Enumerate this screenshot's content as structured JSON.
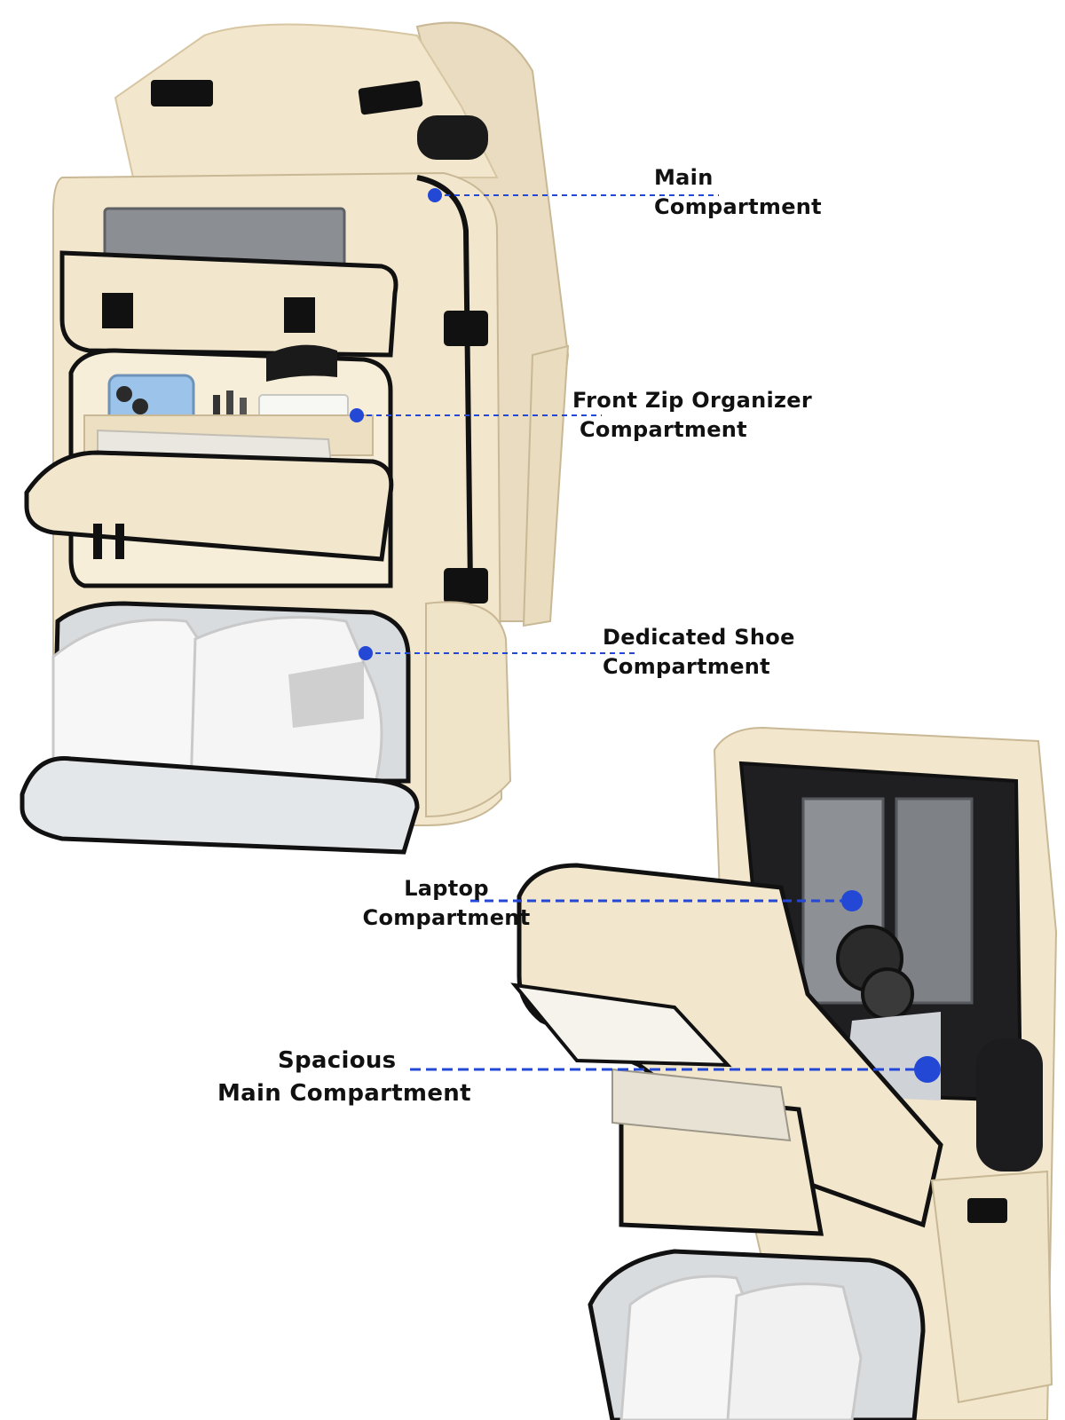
{
  "callouts": [
    {
      "line1": "Main",
      "line2": "Compartment"
    },
    {
      "line1": "Front Zip Organizer",
      "line2": "Compartment"
    },
    {
      "line1": "Dedicated Shoe",
      "line2": "Compartment"
    },
    {
      "line1": "Laptop",
      "line2": "Compartment"
    },
    {
      "line1": "Spacious",
      "line2": "Main Compartment"
    }
  ],
  "colors": {
    "accent": "#2448d6",
    "fabric": "#f2e6cc",
    "fabric_shade": "#e2d3b3",
    "trim": "#111111",
    "lining": "#d9dcdf"
  }
}
